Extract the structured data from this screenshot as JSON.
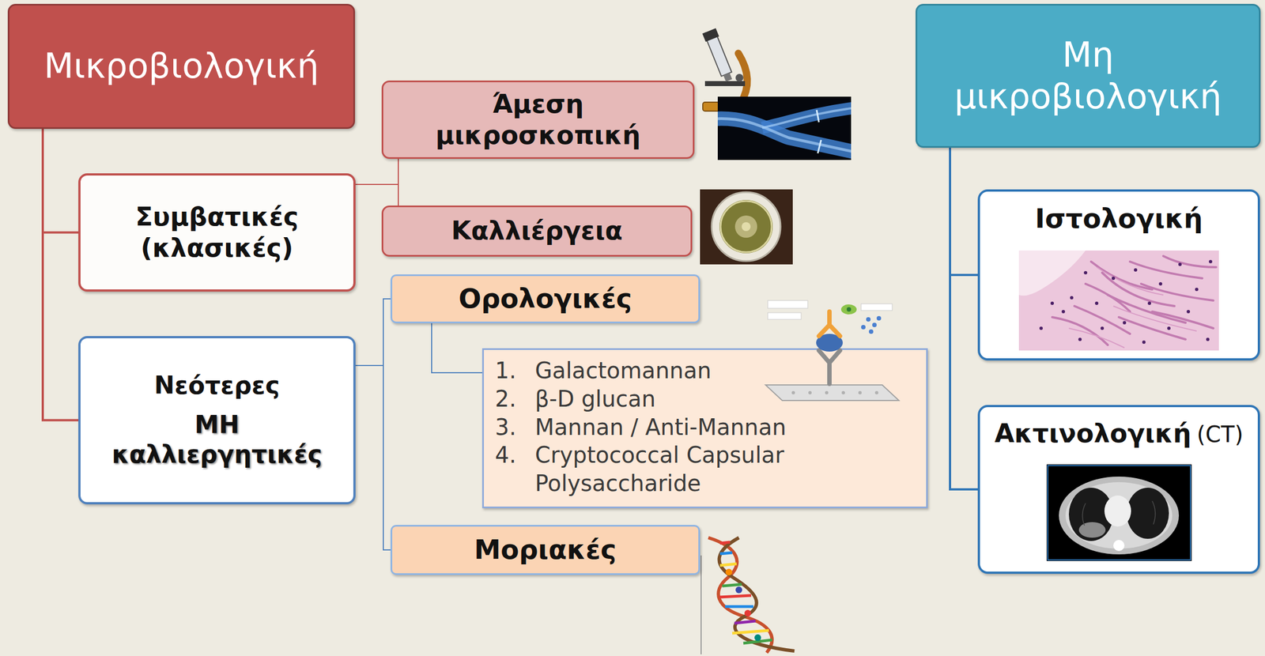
{
  "diagram": {
    "nodes": [
      {
        "text": [
          "Μικροβιολογική"
        ]
      },
      {
        "text": [
          "Συμβατικές (κλασικές)"
        ]
      },
      {
        "text": [
          "Νεότερες",
          "ΜΗ καλλιεργητικές"
        ]
      },
      {
        "text": [
          "Άμεση μικροσκοπική"
        ]
      },
      {
        "text": [
          "Καλλιέργεια"
        ]
      },
      {
        "text": [
          "Ορολογικές"
        ]
      },
      {
        "text": [
          "Galactomannan",
          "β-D glucan",
          "Mannan / Anti-Mannan",
          "Cryptococcal Capsular Polysaccharide"
        ]
      },
      {
        "text": [
          "Μοριακές"
        ]
      },
      {
        "text": [
          "Μη μικροβιολογική"
        ]
      },
      {
        "text": [
          "Ιστολογική"
        ]
      },
      {
        "text": [
          "Ακτινολογική",
          "(CT)"
        ]
      }
    ],
    "edges": [
      {
        "from": 0,
        "to": 1,
        "arrow": "none"
      },
      {
        "from": 0,
        "to": 2,
        "arrow": "none"
      },
      {
        "from": 1,
        "to": 3,
        "arrow": "none"
      },
      {
        "from": 1,
        "to": 4,
        "arrow": "none"
      },
      {
        "from": 2,
        "to": 5,
        "arrow": "none"
      },
      {
        "from": 2,
        "to": 7,
        "arrow": "none"
      },
      {
        "from": 5,
        "to": 6,
        "arrow": "none"
      },
      {
        "from": 8,
        "to": 9,
        "arrow": "none"
      },
      {
        "from": 8,
        "to": 10,
        "arrow": "none"
      }
    ],
    "labels": [
      "1.",
      "2.",
      "3.",
      "4."
    ]
  }
}
